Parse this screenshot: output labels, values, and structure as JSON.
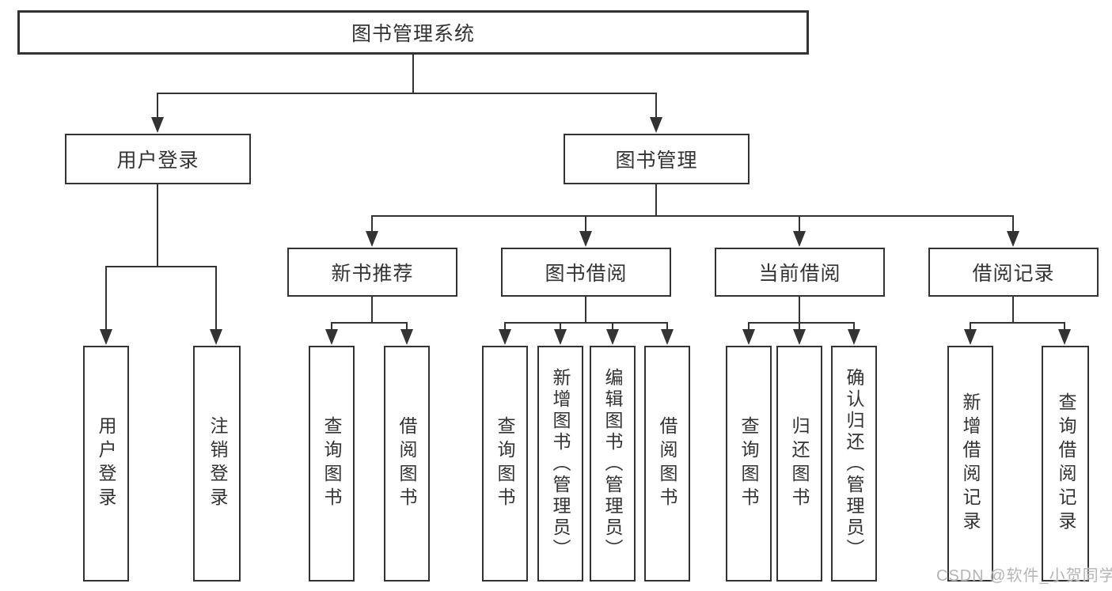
{
  "colors": {
    "line": "#333333",
    "text": "#333333",
    "box_bg": "#ffffff",
    "watermark": "#b5b5b5",
    "background": "#ffffff"
  },
  "watermark": "CSDN @软件_小贺同学",
  "tree": {
    "root": {
      "label": "图书管理系统",
      "children": [
        {
          "label": "用户登录",
          "children": [
            {
              "label": "用户登录"
            },
            {
              "label": "注销登录"
            }
          ]
        },
        {
          "label": "图书管理",
          "children": [
            {
              "label": "新书推荐",
              "children": [
                {
                  "label": "查询图书"
                },
                {
                  "label": "借阅图书"
                }
              ]
            },
            {
              "label": "图书借阅",
              "children": [
                {
                  "label": "查询图书"
                },
                {
                  "label": "新增图书（管理员）"
                },
                {
                  "label": "编辑图书（管理员）"
                },
                {
                  "label": "借阅图书"
                }
              ]
            },
            {
              "label": "当前借阅",
              "children": [
                {
                  "label": "查询图书"
                },
                {
                  "label": "归还图书"
                },
                {
                  "label": "确认归还（管理员）"
                }
              ]
            },
            {
              "label": "借阅记录",
              "children": [
                {
                  "label": "新增借阅记录"
                },
                {
                  "label": "查询借阅记录"
                }
              ]
            }
          ]
        }
      ]
    }
  }
}
